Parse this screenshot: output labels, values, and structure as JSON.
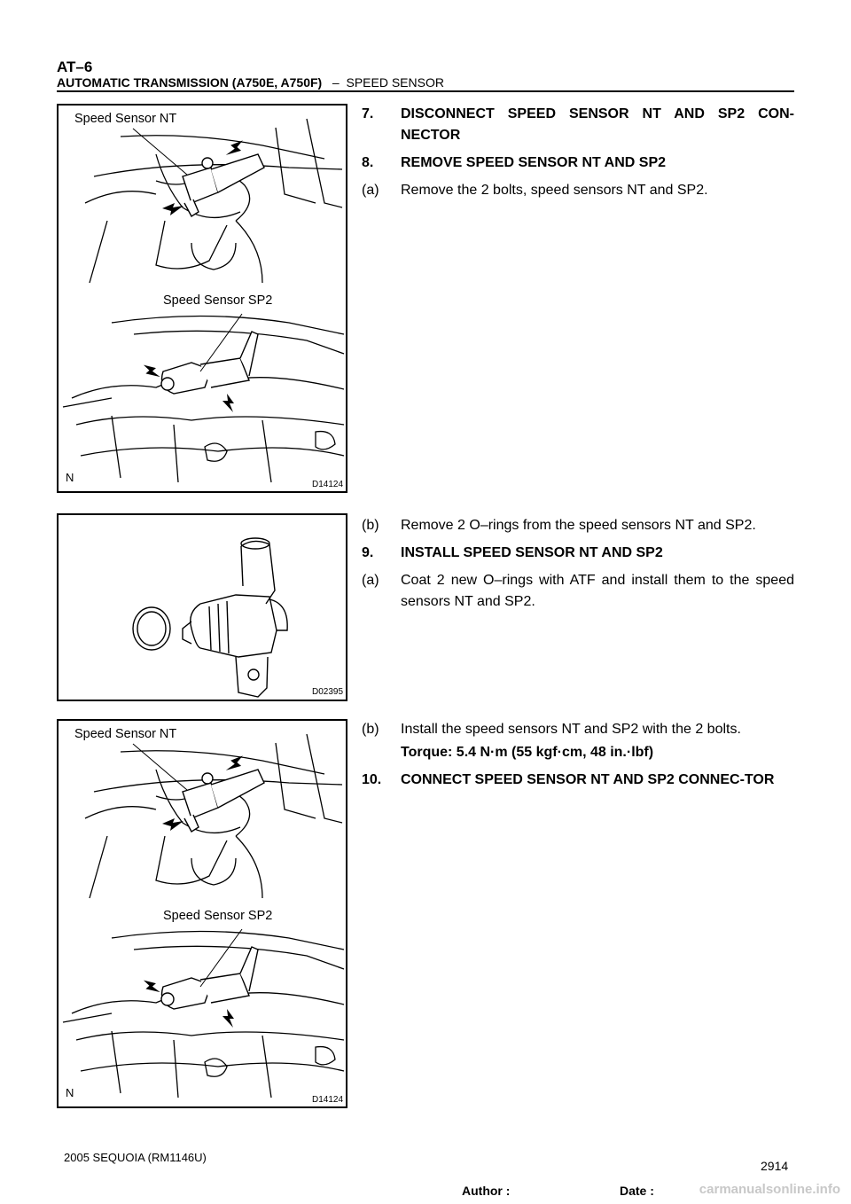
{
  "header": {
    "page_id": "AT–6",
    "title": "AUTOMATIC TRANSMISSION (A750E, A750F)",
    "separator": "–",
    "section": "SPEED SENSOR"
  },
  "figures": [
    {
      "code": "D14124",
      "corner": "N",
      "label_nt": "Speed Sensor NT",
      "label_sp2": "Speed Sensor SP2"
    },
    {
      "code": "D02395"
    },
    {
      "code": "D14124",
      "corner": "N",
      "label_nt": "Speed Sensor NT",
      "label_sp2": "Speed Sensor SP2"
    }
  ],
  "block1": [
    {
      "num": "7.",
      "text": "DISCONNECT SPEED SENSOR NT AND SP2 CON-NECTOR"
    },
    {
      "num": "8.",
      "text": "REMOVE SPEED SENSOR NT AND SP2"
    },
    {
      "num": "(a)",
      "text": "Remove the 2 bolts, speed sensors NT and SP2."
    }
  ],
  "block2": [
    {
      "num": "(b)",
      "text": "Remove 2 O–rings from the speed sensors NT and SP2."
    },
    {
      "num": "9.",
      "text": "INSTALL SPEED SENSOR NT AND SP2"
    },
    {
      "num": "(a)",
      "text": "Coat 2 new O–rings with ATF and install them to the speed sensors NT and SP2."
    }
  ],
  "block3": [
    {
      "num": "(b)",
      "text": "Install the speed sensors NT and SP2 with the 2 bolts."
    },
    {
      "torque": "Torque: 5.4 N·m (55 kgf·cm, 48 in.·lbf)"
    },
    {
      "num": "10.",
      "text": "CONNECT SPEED SENSOR NT AND SP2 CONNEC-TOR"
    }
  ],
  "footer": {
    "model": "2005 SEQUOIA   (RM1146U)",
    "author_label": "Author :",
    "date_label": "Date :",
    "page_number": "2914",
    "watermark": "carmanualsonline.info"
  }
}
